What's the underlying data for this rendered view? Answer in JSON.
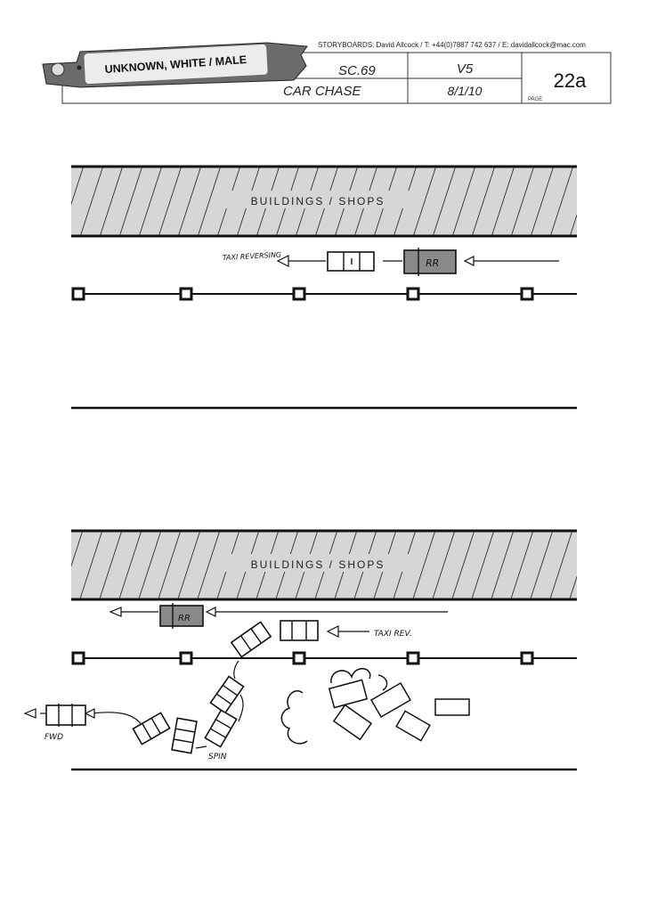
{
  "header": {
    "credits": "STORYBOARDS: David Allcock / T: +44(0)7887 742 637 / E: davidallcock@mac.com",
    "title_tag": "UNKNOWN, WHITE / MALE",
    "scene": "SC.69",
    "scene_name": "CAR CHASE",
    "version": "V5",
    "date": "8/1/10",
    "page_number": "22a",
    "page_label": "PAGE"
  },
  "panels": [
    {
      "buildings_label": "BUILDINGS / SHOPS",
      "annotations": {
        "taxi": "TAXI REVERSING",
        "rr_car": "RR"
      }
    },
    {
      "buildings_label": "BUILDINGS / SHOPS",
      "annotations": {
        "taxi": "TAXI REV.",
        "rr_car": "RR",
        "forward": "FWD",
        "spin": "SPIN"
      }
    }
  ]
}
